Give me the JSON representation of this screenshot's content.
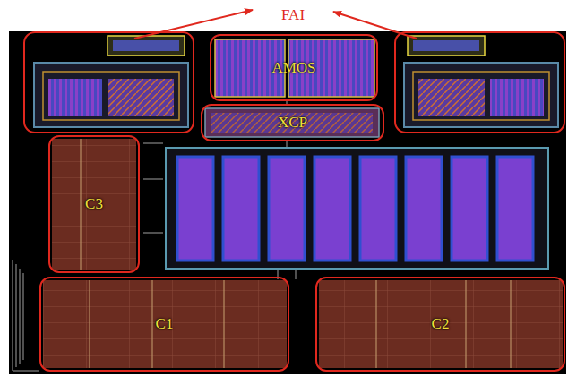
{
  "diagram": {
    "nodes": [
      {
        "text": [
          "AMOS"
        ]
      },
      {
        "text": [
          "XCP"
        ]
      },
      {
        "text": [
          "C3"
        ]
      },
      {
        "text": [
          "C1"
        ]
      },
      {
        "text": [
          "C2"
        ]
      }
    ],
    "labels": [
      "FAI"
    ]
  }
}
